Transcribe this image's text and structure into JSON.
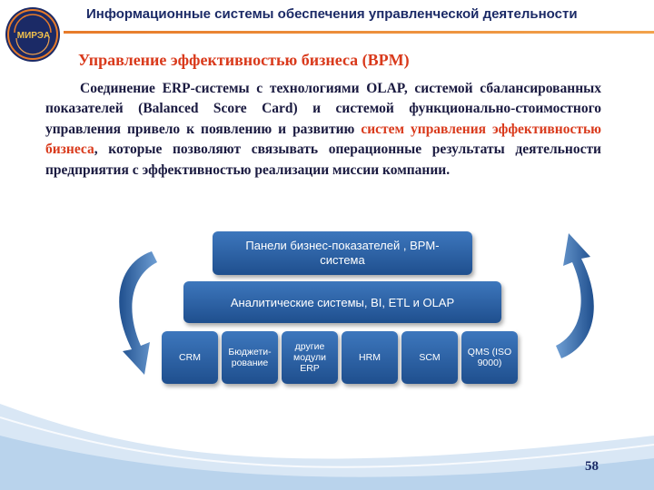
{
  "header": {
    "title": "Информационные системы обеспечения управленческой деятельности",
    "logo_text": "МИРЭА"
  },
  "slide": {
    "title": "Управление эффективностью бизнеса (BPM)",
    "paragraph_part1": "Соединение ERP-системы с технологиями OLAP, системой сбалансированных показателей (Balanced Score Card) и системой функционально-стоимостного управления привело к появлению и развитию ",
    "paragraph_highlight": "систем управления эффективностью бизнеса",
    "paragraph_part2": ", которые позволяют связывать операционные результаты деятельности предприятия с эффективностью реализации миссии компании."
  },
  "diagram": {
    "top_box_line1": "Панели бизнес-показателей , BPM-",
    "top_box_line2": "система",
    "middle_box": "Аналитические системы, BI, ETL и OLAP",
    "modules": [
      {
        "line1": "CRM",
        "line2": "",
        "line3": ""
      },
      {
        "line1": "Бюджети-",
        "line2": "рование",
        "line3": ""
      },
      {
        "line1": "другие",
        "line2": "модули",
        "line3": "ERP"
      },
      {
        "line1": "HRM",
        "line2": "",
        "line3": ""
      },
      {
        "line1": "SCM",
        "line2": "",
        "line3": ""
      },
      {
        "line1": "QMS (ISO",
        "line2": "9000)",
        "line3": ""
      }
    ]
  },
  "footer": {
    "page_number": "58"
  },
  "colors": {
    "accent_orange": "#e77b2a",
    "title_red": "#d93a1c",
    "navy": "#1b2a66",
    "box_blue": "#2a62a6",
    "wave_blue": "#b9d3ec"
  }
}
